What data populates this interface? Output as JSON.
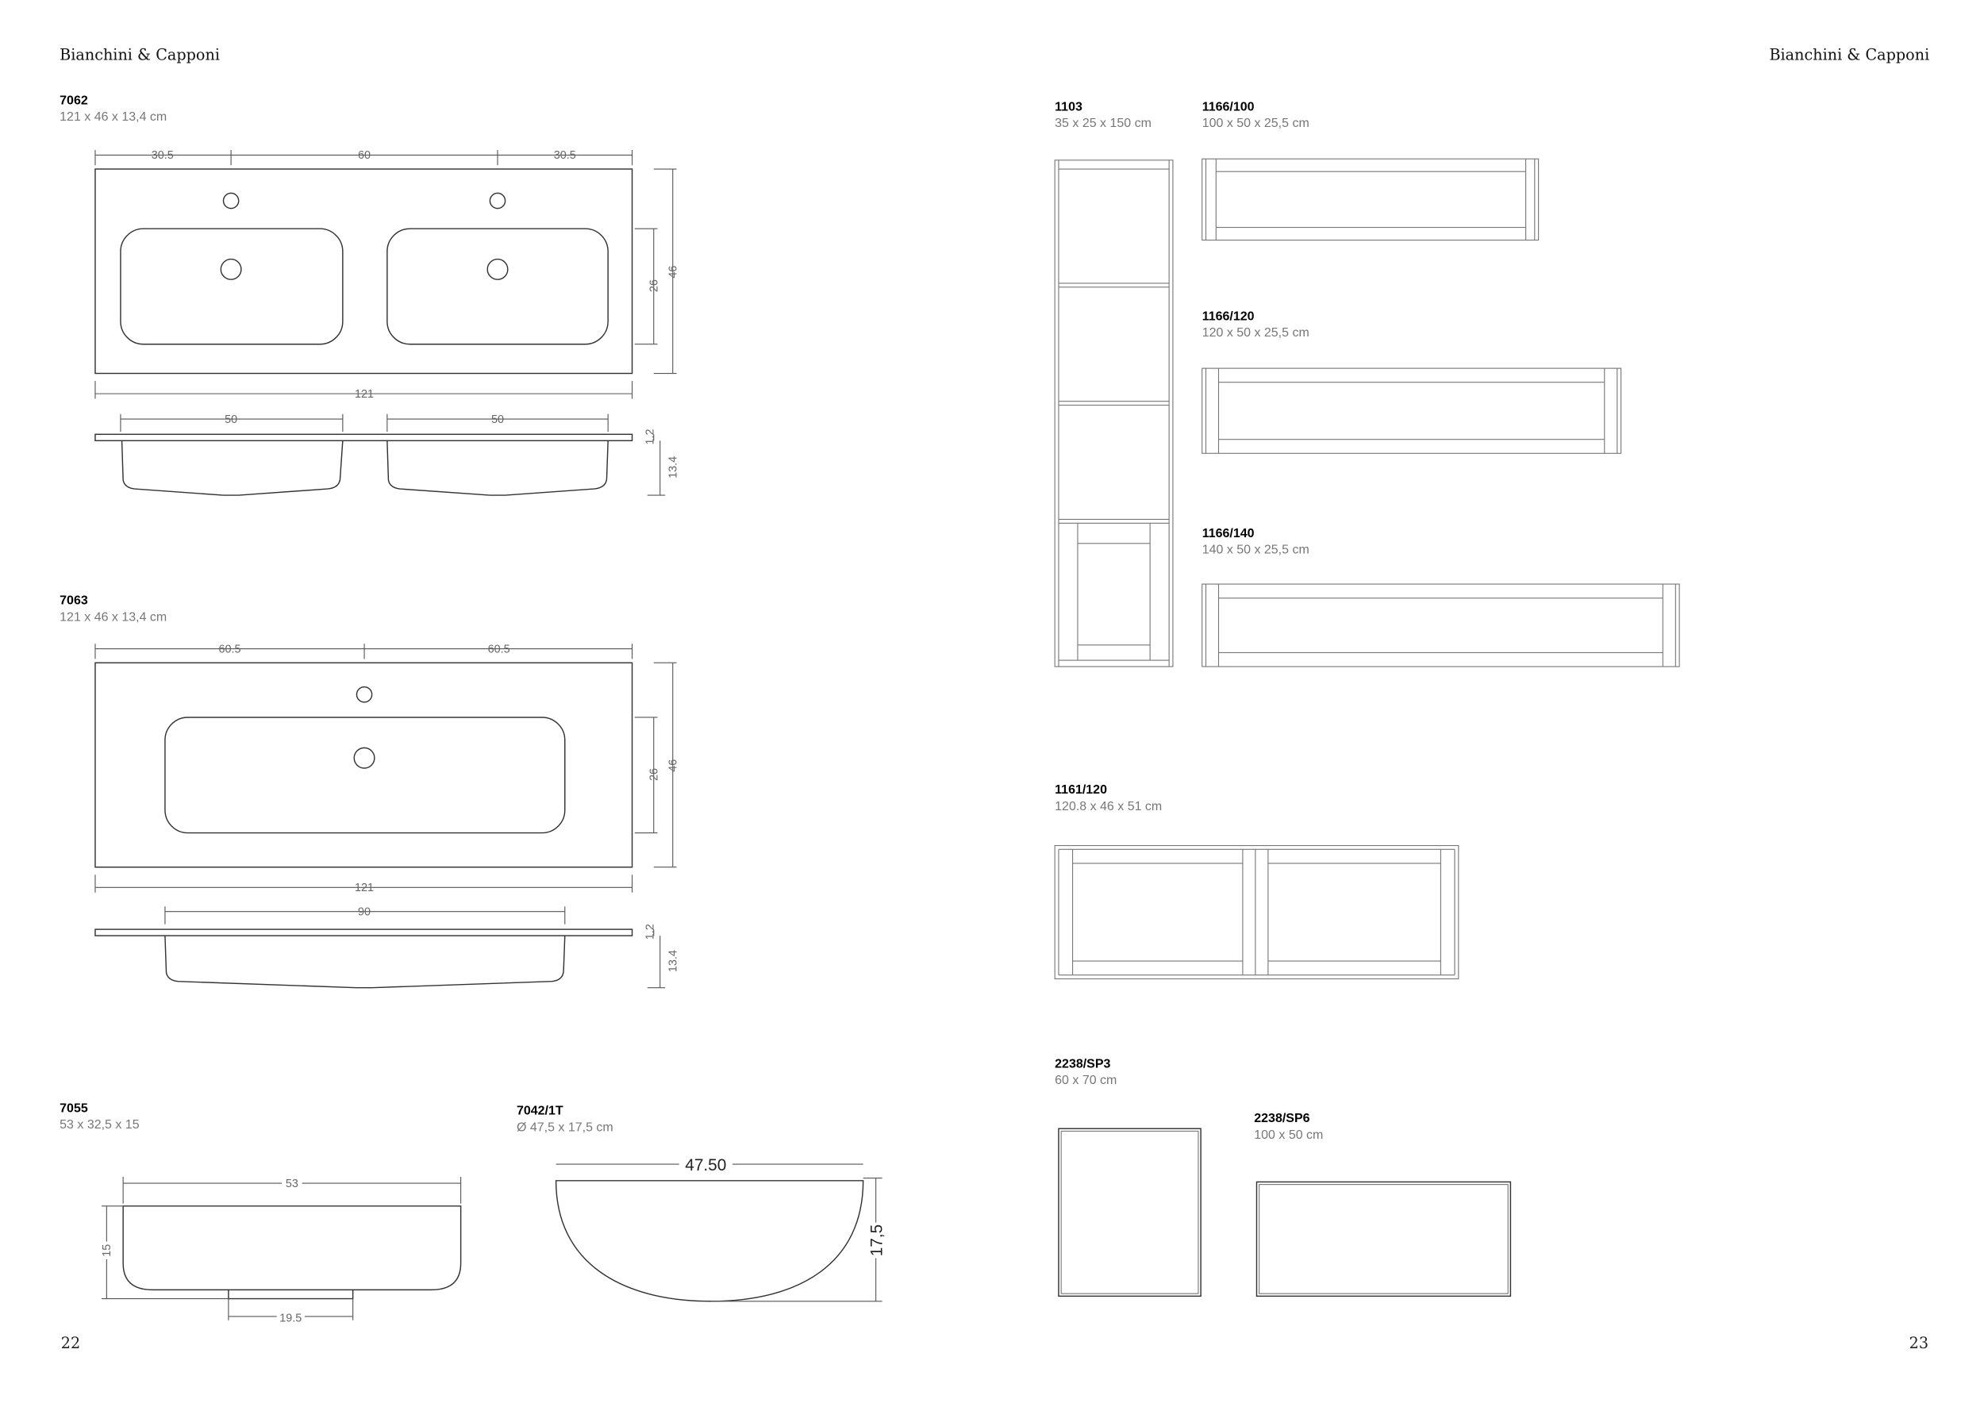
{
  "brand": {
    "left": "Bianchini & Capponi",
    "right": "Bianchini & Capponi"
  },
  "pages": {
    "left": "22",
    "right": "23"
  },
  "products": {
    "p7062": {
      "code": "7062",
      "size": "121 x 46 x 13,4 cm",
      "dims": {
        "left": "30.5",
        "mid": "60",
        "right": "30.5",
        "basin_depth": "26",
        "depth": "46",
        "width": "121",
        "basin1": "50",
        "basin2": "50",
        "slab": "1.2",
        "height": "13.4"
      }
    },
    "p7063": {
      "code": "7063",
      "size": "121 x 46 x 13,4 cm",
      "dims": {
        "left": "60.5",
        "right": "60.5",
        "basin_depth": "26",
        "depth": "46",
        "width": "121",
        "basin": "90",
        "slab": "1.2",
        "height": "13.4"
      }
    },
    "p7055": {
      "code": "7055",
      "size": "53 x 32,5 x 15",
      "dims": {
        "width": "53",
        "height": "15",
        "base": "19.5"
      }
    },
    "p7042": {
      "code": "7042/1T",
      "size": "Ø 47,5 x 17,5 cm",
      "dims": {
        "width": "47.50",
        "height": "17,5"
      }
    },
    "p1103": {
      "code": "1103",
      "size": "35 x 25 x 150 cm"
    },
    "p1166_100": {
      "code": "1166/100",
      "size": "100 x 50 x 25,5 cm"
    },
    "p1166_120": {
      "code": "1166/120",
      "size": "120 x 50 x 25,5  cm"
    },
    "p1166_140": {
      "code": "1166/140",
      "size": "140 x 50 x 25,5 cm"
    },
    "p1161_120": {
      "code": "1161/120",
      "size": "120.8 x 46 x 51 cm"
    },
    "p2238_sp3": {
      "code": "2238/SP3",
      "size": "60 x 70 cm"
    },
    "p2238_sp6": {
      "code": "2238/SP6",
      "size": "100 x 50 cm"
    }
  }
}
